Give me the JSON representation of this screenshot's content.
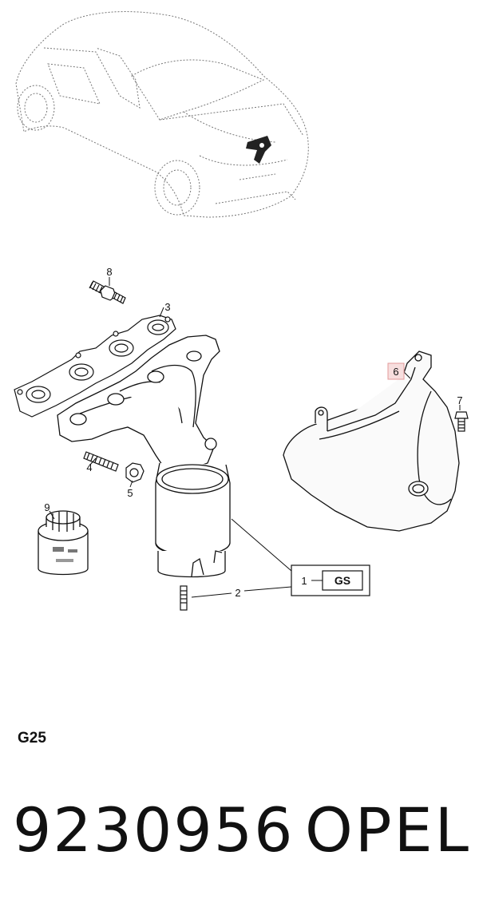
{
  "diagram": {
    "group_code": "G25",
    "kit_label": "GS",
    "callouts": [
      {
        "id": "1",
        "label": "1"
      },
      {
        "id": "2",
        "label": "2"
      },
      {
        "id": "3",
        "label": "3"
      },
      {
        "id": "4",
        "label": "4"
      },
      {
        "id": "5",
        "label": "5"
      },
      {
        "id": "6",
        "label": "6",
        "highlighted": true
      },
      {
        "id": "7",
        "label": "7"
      },
      {
        "id": "8",
        "label": "8"
      },
      {
        "id": "9",
        "label": "9"
      }
    ]
  },
  "footer": {
    "part_number": "9230956",
    "brand": "OPEL"
  },
  "colors": {
    "highlight_fill": "#f7dede",
    "highlight_stroke": "#e39a9a",
    "line": "#111111"
  }
}
